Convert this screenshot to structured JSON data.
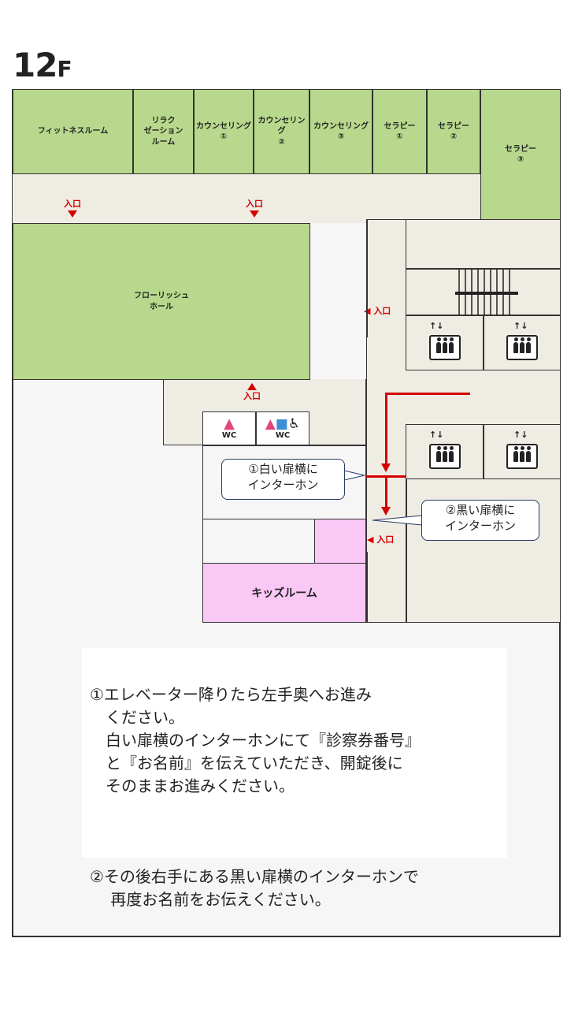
{
  "floor": {
    "number": "12",
    "suffix": "F"
  },
  "rooms": {
    "fitness": "フィットネスルーム",
    "relaxation": "リラク\nゼーション\nルーム",
    "counseling1": "カウンセリング\n①",
    "counseling2": "カウンセリング\n②",
    "counseling3": "カウンセリング\n③",
    "therapy1": "セラピー\n①",
    "therapy2": "セラピー\n②",
    "therapy3": "セラピー\n③",
    "flourish_hall": "フローリッシュ\nホール",
    "kids_room": "キッズルーム"
  },
  "entrance_label": "入口",
  "wc_label": "WC",
  "callouts": {
    "white_door": "①白い扉横に\nインターホン",
    "black_door": "②黒い扉横に\nインターホン"
  },
  "instructions": {
    "step1": "①エレベーター降りたら左手奥へお進み\n　ください。\n　白い扉横のインターホンにて『診察券番号』\n　と『お名前』を伝えていただき、開錠後に\n　そのままお進みください。",
    "step2": "②その後右手にある黒い扉横のインターホンで\n　 再度お名前をお伝えください。"
  },
  "colors": {
    "room_green": "#b8d98d",
    "kids_pink": "#f9c8f5",
    "corridor": "#efece3",
    "route_red": "#d40000",
    "wc_female": "#e0457b",
    "wc_male": "#3a8fd6"
  },
  "icons": [
    "elevator-icon",
    "stairs-icon",
    "female-toilet-icon",
    "male-toilet-icon",
    "wheelchair-icon"
  ]
}
